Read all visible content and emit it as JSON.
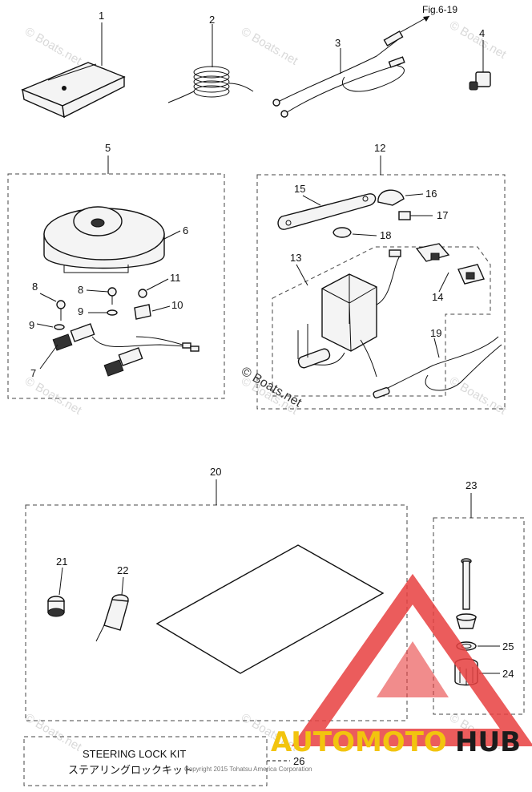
{
  "watermarks": [
    "© Boats.net",
    "© Boats.net",
    "© Boats.net",
    "© Boats.net",
    "© Boats.net",
    "© Boats.net",
    "© Boats.net",
    "© Boats.net",
    "© Boats.net"
  ],
  "center_watermark": "© Boats.net",
  "fig_ref": "Fig.6-19",
  "part_numbers": {
    "p1": "1",
    "p2": "2",
    "p3": "3",
    "p4": "4",
    "p5": "5",
    "p6": "6",
    "p7": "7",
    "p8a": "8",
    "p8b": "8",
    "p9a": "9",
    "p9b": "9",
    "p10": "10",
    "p11": "11",
    "p12": "12",
    "p13": "13",
    "p14": "14",
    "p15": "15",
    "p16": "16",
    "p17": "17",
    "p18": "18",
    "p19": "19",
    "p20": "20",
    "p21": "21",
    "p22": "22",
    "p23": "23",
    "p24": "24",
    "p25": "25",
    "p26": "26"
  },
  "steering_kit": {
    "title_en": "STEERING LOCK KIT",
    "title_jp": "ステアリングロックキット"
  },
  "copyright": "Copyright 2015 Tohatsu America Corporation",
  "brand": {
    "part1": "AUTOMOTO",
    "part2": "HUB",
    "color1": "#f2c40e",
    "color2": "#1c1c1c",
    "logo_color": "#e84040"
  }
}
